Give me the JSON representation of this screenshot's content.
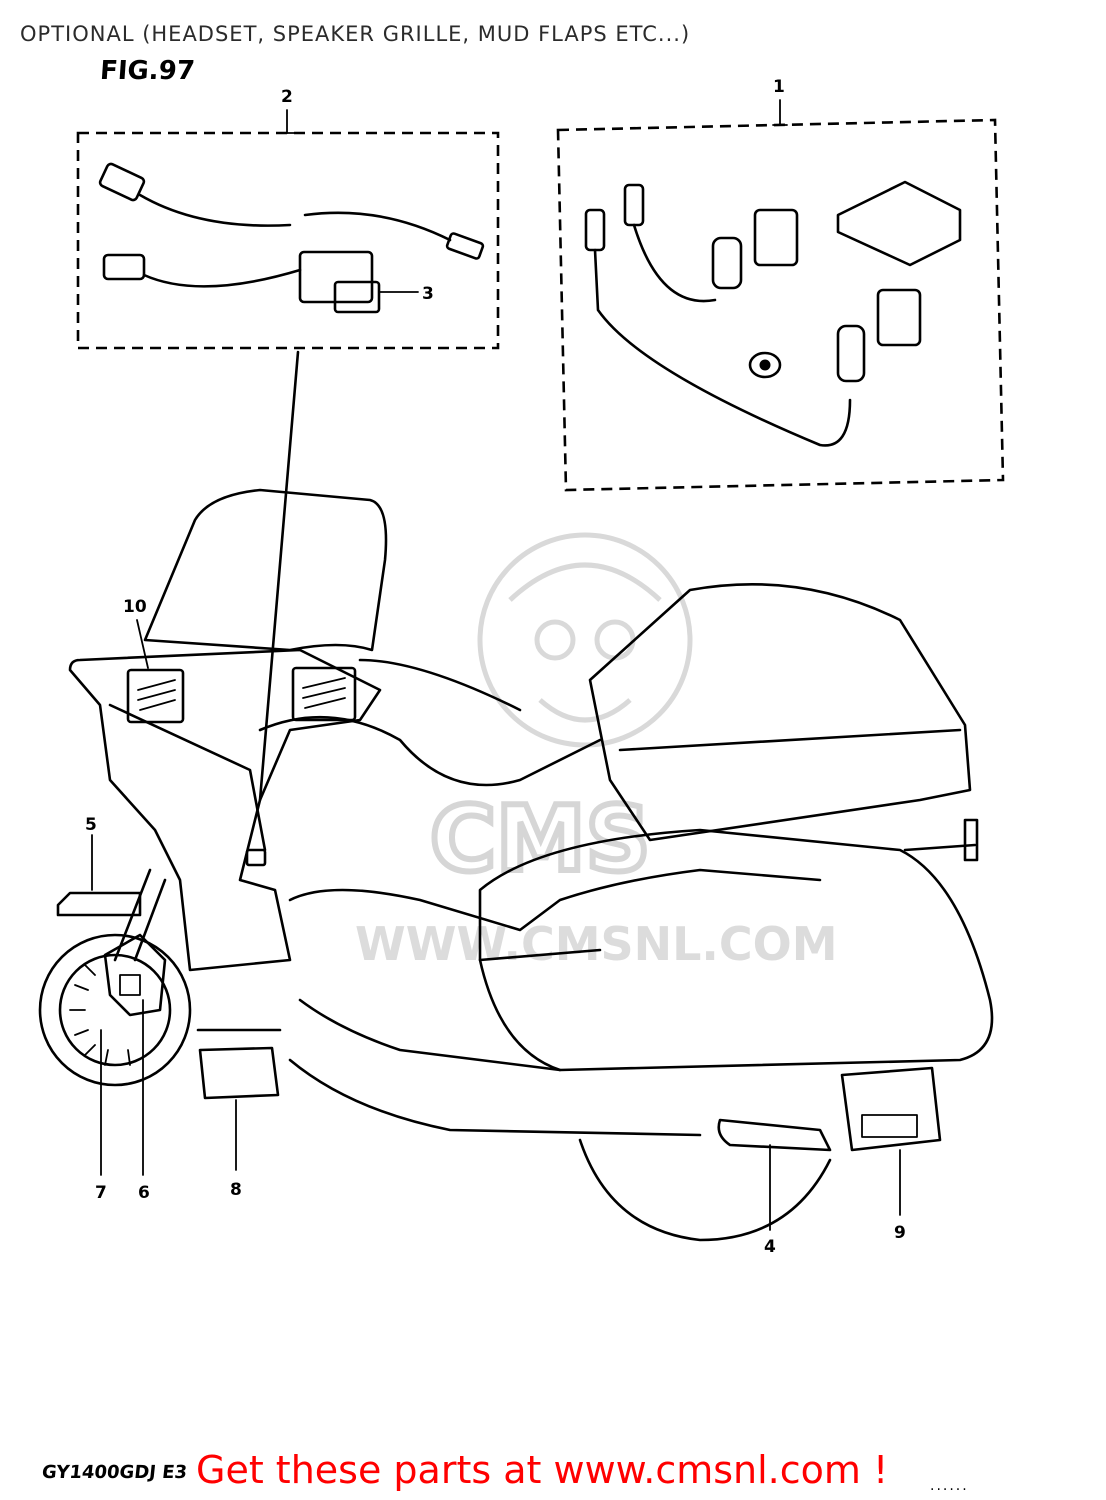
{
  "page": {
    "title": "OPTIONAL (HEADSET, SPEAKER GRILLE, MUD FLAPS ETC...)",
    "figure": "FIG.97",
    "model_code": "GY1400GDJ E3",
    "promo": "Get these parts at www.cmsnl.com !",
    "footer_dots": "......"
  },
  "watermark": {
    "logo": "CMS",
    "url": "WWW.CMSNL.COM"
  },
  "callouts": [
    {
      "id": "1",
      "label": "1"
    },
    {
      "id": "2",
      "label": "2"
    },
    {
      "id": "3",
      "label": "3"
    },
    {
      "id": "4",
      "label": "4"
    },
    {
      "id": "5",
      "label": "5"
    },
    {
      "id": "6",
      "label": "6"
    },
    {
      "id": "7",
      "label": "7"
    },
    {
      "id": "8",
      "label": "8"
    },
    {
      "id": "9",
      "label": "9"
    },
    {
      "id": "10",
      "label": "10"
    }
  ],
  "colors": {
    "ink": "#000000",
    "title": "#2b2b2b",
    "promo": "#ff0000",
    "watermark": "#d9d9d9"
  }
}
